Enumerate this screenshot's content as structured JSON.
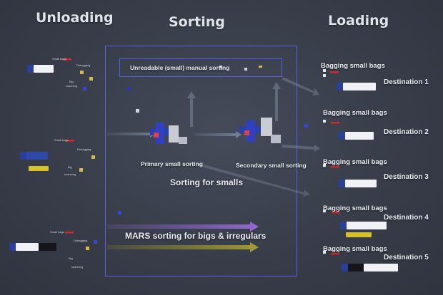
{
  "headings": {
    "unloading": "Unloading",
    "sorting": "Sorting",
    "loading": "Loading"
  },
  "sorting": {
    "manual_label": "Unreadable (small) manual sorting",
    "primary_label": "Primary small sorting",
    "secondary_label": "Secondary small sorting",
    "smalls_label": "Sorting for smalls",
    "mars_label": "MARS sorting for bigs & irregulars"
  },
  "loading": {
    "bagging_label": "Bagging small bags",
    "destinations": [
      "Destination 1",
      "Destination 2",
      "Destination 3",
      "Destination 4",
      "Destination 5"
    ]
  },
  "unloading": {
    "tiny_labels": [
      "Small bags",
      "Debagging",
      "Big",
      "scanning"
    ]
  },
  "colors": {
    "frame": "#5560e8",
    "purple_arrow": "#7e5cc0",
    "olive_arrow": "#8f8a2e",
    "truck_white": "#f1f2f5",
    "truck_blue": "#2a3f9a",
    "truck_black": "#14161c",
    "package_yellow": "#d8b84a"
  }
}
